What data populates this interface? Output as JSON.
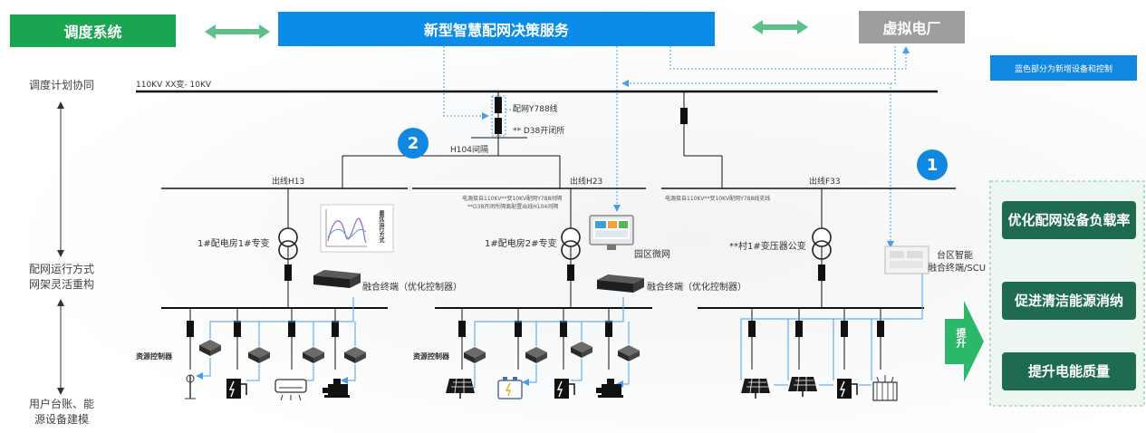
{
  "top": {
    "dispatch": "调度系统",
    "center": "新型智慧配网决策服务",
    "vpp": "虚拟电厂"
  },
  "note": "蓝色部分为新增设备和控制",
  "side_labels": {
    "plan": "调度计划协同",
    "operation_line1": "配网运行方式",
    "operation_line2": "网架灵活重构",
    "user_line1": "用户台账、能",
    "user_line2": "源设备建模"
  },
  "bus": {
    "main_bus": "110KV XX变- 10KV",
    "feeder_line": "配网Y788线",
    "station": "** D38开闭所",
    "h104": "H104间隔",
    "h13": "出线H13",
    "h23": "出线H23",
    "f33": "出线F33",
    "h23_note_1": "电源接自110KV**变10KV配网Y788间隔",
    "h23_note_2": "**D38开闭所隔离配置出线H104间隔",
    "f33_note": "电源接自110KV**变10KV配网Y788线支线"
  },
  "badges": {
    "two": "2",
    "one": "1"
  },
  "chart_caption": "最优运行方式",
  "sections": {
    "left_transformer": "1#配电房1#专变",
    "mid_transformer": "1#配电房2#专变",
    "right_transformer": "**村1#变压器公变",
    "microgrid": "园区微网",
    "terminal_left": "融合终端（优化控制器）",
    "terminal_mid": "融合终端（优化控制器）",
    "scu_line1": "台区智能",
    "scu_line2": "融合终端/SCU",
    "res_ctrl_left": "资源控制器",
    "res_ctrl_mid": "资源控制器"
  },
  "arrow_label": "提升",
  "results": [
    "优化配网设备负载率",
    "促进清洁能源消纳",
    "提升电能质量"
  ],
  "colors": {
    "green": "#1aa550",
    "blue": "#0a8ce8",
    "gray": "#9e9e9e",
    "result_green": "#1e6b4f",
    "wire_blue": "#4a9ee8",
    "arrow_green": "#2cb86a"
  },
  "icons": {
    "terminal": "fusion-terminal-icon",
    "controller": "resource-controller-icon",
    "transformer": "transformer-symbol-icon",
    "breaker": "breaker-icon",
    "load_types": [
      "street-lamp-icon",
      "charging-pile-icon",
      "air-conditioner-icon",
      "water-pump-icon",
      "solar-panel-icon",
      "battery-storage-icon",
      "box-transformer-icon"
    ]
  }
}
